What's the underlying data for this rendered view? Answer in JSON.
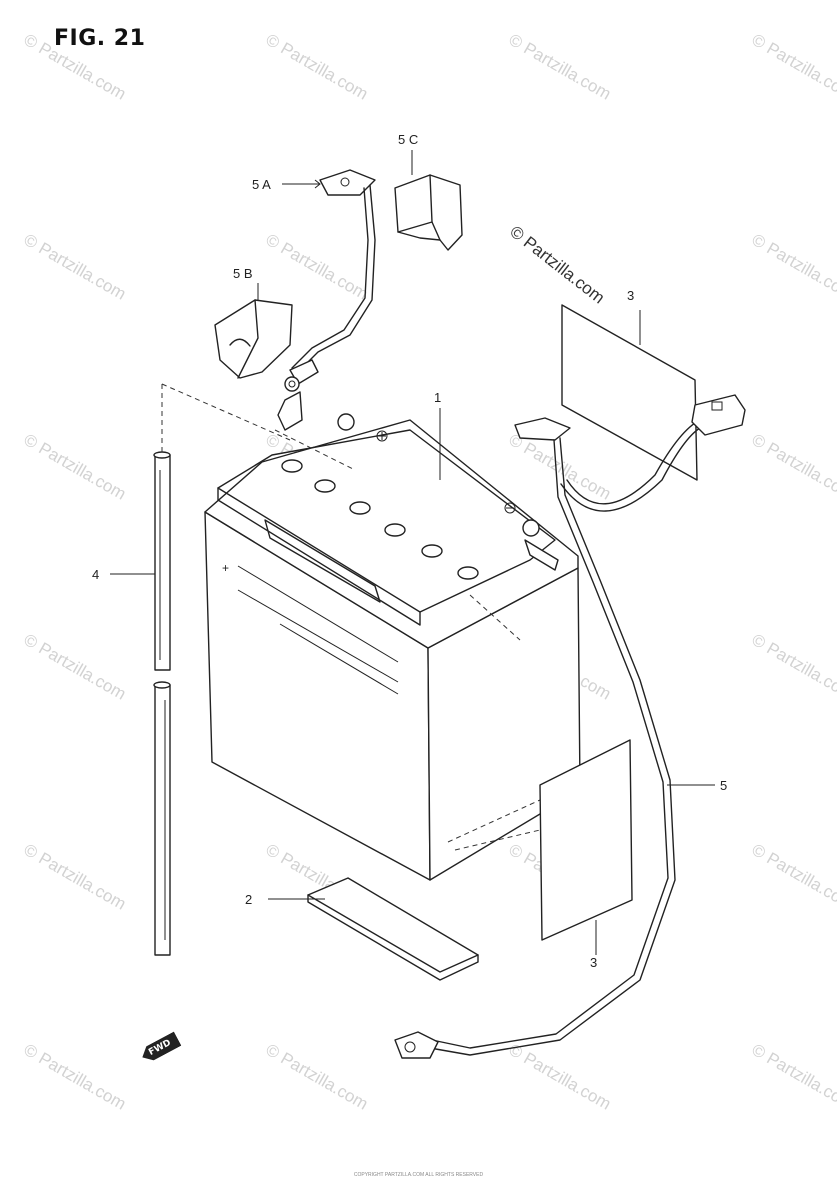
{
  "figure": {
    "title": "FIG. 21"
  },
  "parts": {
    "p1": "1",
    "p2": "2",
    "p3_top": "3",
    "p3_bottom": "3",
    "p4": "4",
    "p5": "5",
    "p5a": "5 A",
    "p5b": "5 B",
    "p5c": "5 C"
  },
  "watermark": {
    "text": "© Partzilla.com"
  },
  "badge": {
    "text": "FWD"
  },
  "footer": {
    "copyright": "COPYRIGHT  PARTZILLA.COM  ALL RIGHTS RESERVED"
  }
}
